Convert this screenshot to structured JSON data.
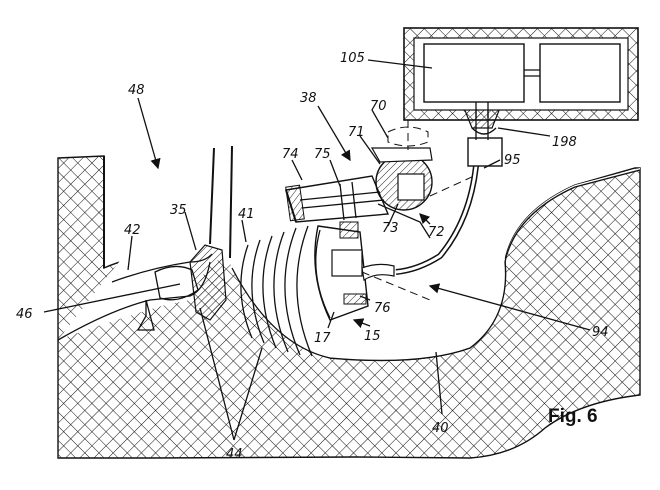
{
  "figure": {
    "caption": "Fig. 6"
  },
  "refs": {
    "r105": "105",
    "r48": "48",
    "r38": "38",
    "r70": "70",
    "r198": "198",
    "r71": "71",
    "r95": "95",
    "r74": "74",
    "r75": "75",
    "r35": "35",
    "r73": "73",
    "r72": "72",
    "r41": "41",
    "r42": "42",
    "r46": "46",
    "r76": "76",
    "r17": "17",
    "r15": "15",
    "r94": "94",
    "r40": "40",
    "r44": "44"
  }
}
